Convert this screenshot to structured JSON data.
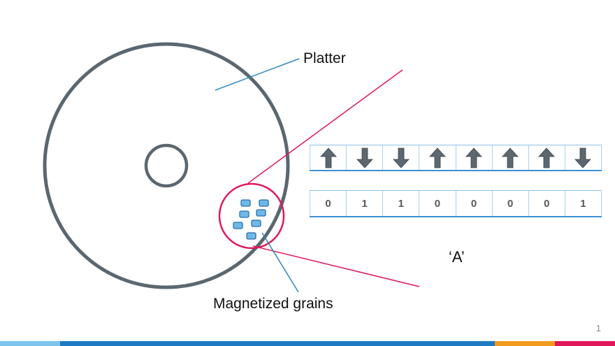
{
  "labels": {
    "platter": "Platter",
    "grains": "Magnetized grains",
    "character": "‘A’"
  },
  "arrows": [
    "up",
    "down",
    "down",
    "up",
    "up",
    "up",
    "up",
    "down"
  ],
  "bits": [
    "0",
    "1",
    "1",
    "0",
    "0",
    "0",
    "0",
    "1"
  ],
  "slide_number": "1",
  "colors": {
    "platter_stroke": "#5b6770",
    "zoom_lines": "#e0185a",
    "callout_lines": "#2e86c1",
    "grain_fill": "#6cb9ea",
    "grain_stroke": "#2c6ea5",
    "arrow_fill": "#5d6770",
    "bar_light_blue": "#7cc4ec",
    "bar_dark_blue": "#1f7ac4",
    "bar_orange": "#f29a1f",
    "bar_red": "#e0185a"
  }
}
